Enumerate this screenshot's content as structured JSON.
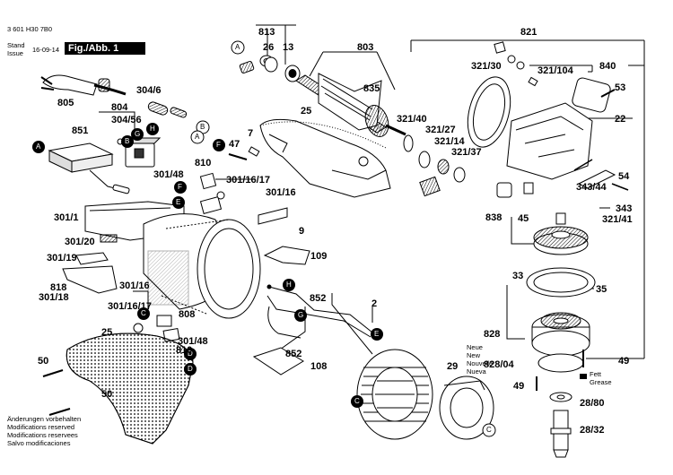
{
  "header": {
    "drawing_number": "3 601 H30 7B0",
    "stand_label": "Stand",
    "issue_label": "Issue",
    "date": "16-09-14",
    "figure_label": "Fig./Abb. 1"
  },
  "footer_notes": [
    "Änderungen vorbehalten",
    "Modifications reserved",
    "Modifications reservees",
    "Salvo modificaciones"
  ],
  "new_part_note": [
    "Neue",
    "New",
    "Nouvelle",
    "Nueva"
  ],
  "grease_note": [
    "Fett",
    "Grease"
  ],
  "part_labels": {
    "p805": "805",
    "p3046": "304/6",
    "p804": "804",
    "p30456": "304/56",
    "p851": "851",
    "p813": "813",
    "p26": "26",
    "p13": "13",
    "p803": "803",
    "p835": "835",
    "p25a": "25",
    "p7": "7",
    "p47": "47",
    "p810a": "810",
    "p30148a": "301/48",
    "p3011617a": "301/16/17",
    "p30116a": "301/16",
    "p9": "9",
    "p3011": "301/1",
    "p30120": "301/20",
    "p30119": "301/19",
    "p109": "109",
    "p818": "818",
    "p30118": "301/18",
    "p30116b": "301/16",
    "p3011617b": "301/16/17",
    "p808": "808",
    "p852a": "852",
    "p2": "2",
    "p30148b": "301/48",
    "p810b": "810",
    "p25b": "25",
    "p852b": "852",
    "p108": "108",
    "p50a": "50",
    "p50b": "50",
    "p29": "29",
    "p821": "821",
    "p32130": "321/30",
    "p321104": "321/104",
    "p840": "840",
    "p53": "53",
    "p22": "22",
    "p32140": "321/40",
    "p32127": "321/27",
    "p32114": "321/14",
    "p32137": "321/37",
    "p54": "54",
    "p34344": "343/44",
    "p343": "343",
    "p838": "838",
    "p45": "45",
    "p32141": "321/41",
    "p33": "33",
    "p35": "35",
    "p828": "828",
    "p82804": "828/04",
    "p49a": "49",
    "p49b": "49",
    "p2880": "28/80",
    "p2832": "28/32"
  },
  "callouts": {
    "A1": "A",
    "A2": "A",
    "A3": "A",
    "B1": "B",
    "B2": "B",
    "C1": "C",
    "C2": "C",
    "C3": "C",
    "D1": "D",
    "D2": "D",
    "E1": "E",
    "E2": "E",
    "F1": "F",
    "F2": "F",
    "G1": "G",
    "G2": "G",
    "H1": "H",
    "H2": "H"
  }
}
